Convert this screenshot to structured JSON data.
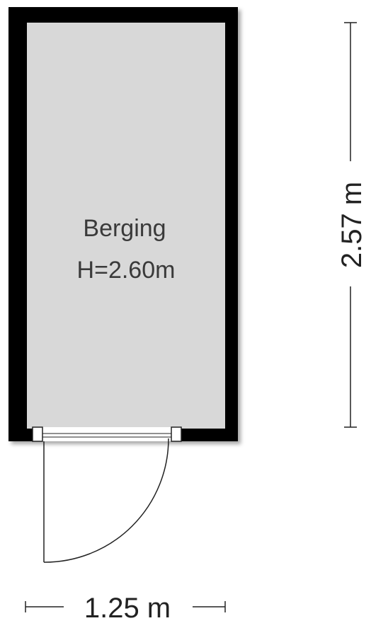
{
  "room": {
    "name": "Berging",
    "height_label": "H=2.60m"
  },
  "dimensions": {
    "width_label": "1.25 m",
    "depth_label": "2.57 m"
  },
  "colors": {
    "wall": "#000000",
    "floor": "#d8d8d8",
    "text": "#3a3a3a",
    "line": "#222222"
  }
}
